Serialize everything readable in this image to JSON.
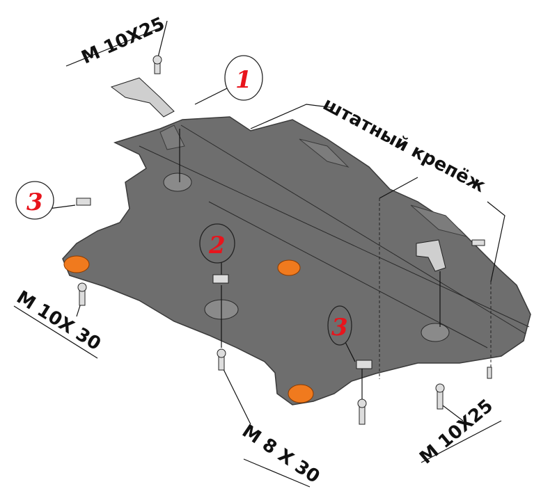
{
  "colors": {
    "plate": "#6e6e6e",
    "plate_edge": "#3a3a3a",
    "callout_text": "#e8141c",
    "plug": "#f07a1e",
    "line": "#111111"
  },
  "labels": {
    "bolt_top_left": "M 10X25",
    "bolt_left": "M 10X 30",
    "bolt_bottom_center": "M 8 X 30",
    "bolt_bottom_right": "M 10X25",
    "standard_fasteners": "штатный крепёж"
  },
  "callouts": {
    "bracket_1": "1",
    "clip_2": "2",
    "clip_3_left": "3",
    "clip_3_bottom": "3"
  }
}
